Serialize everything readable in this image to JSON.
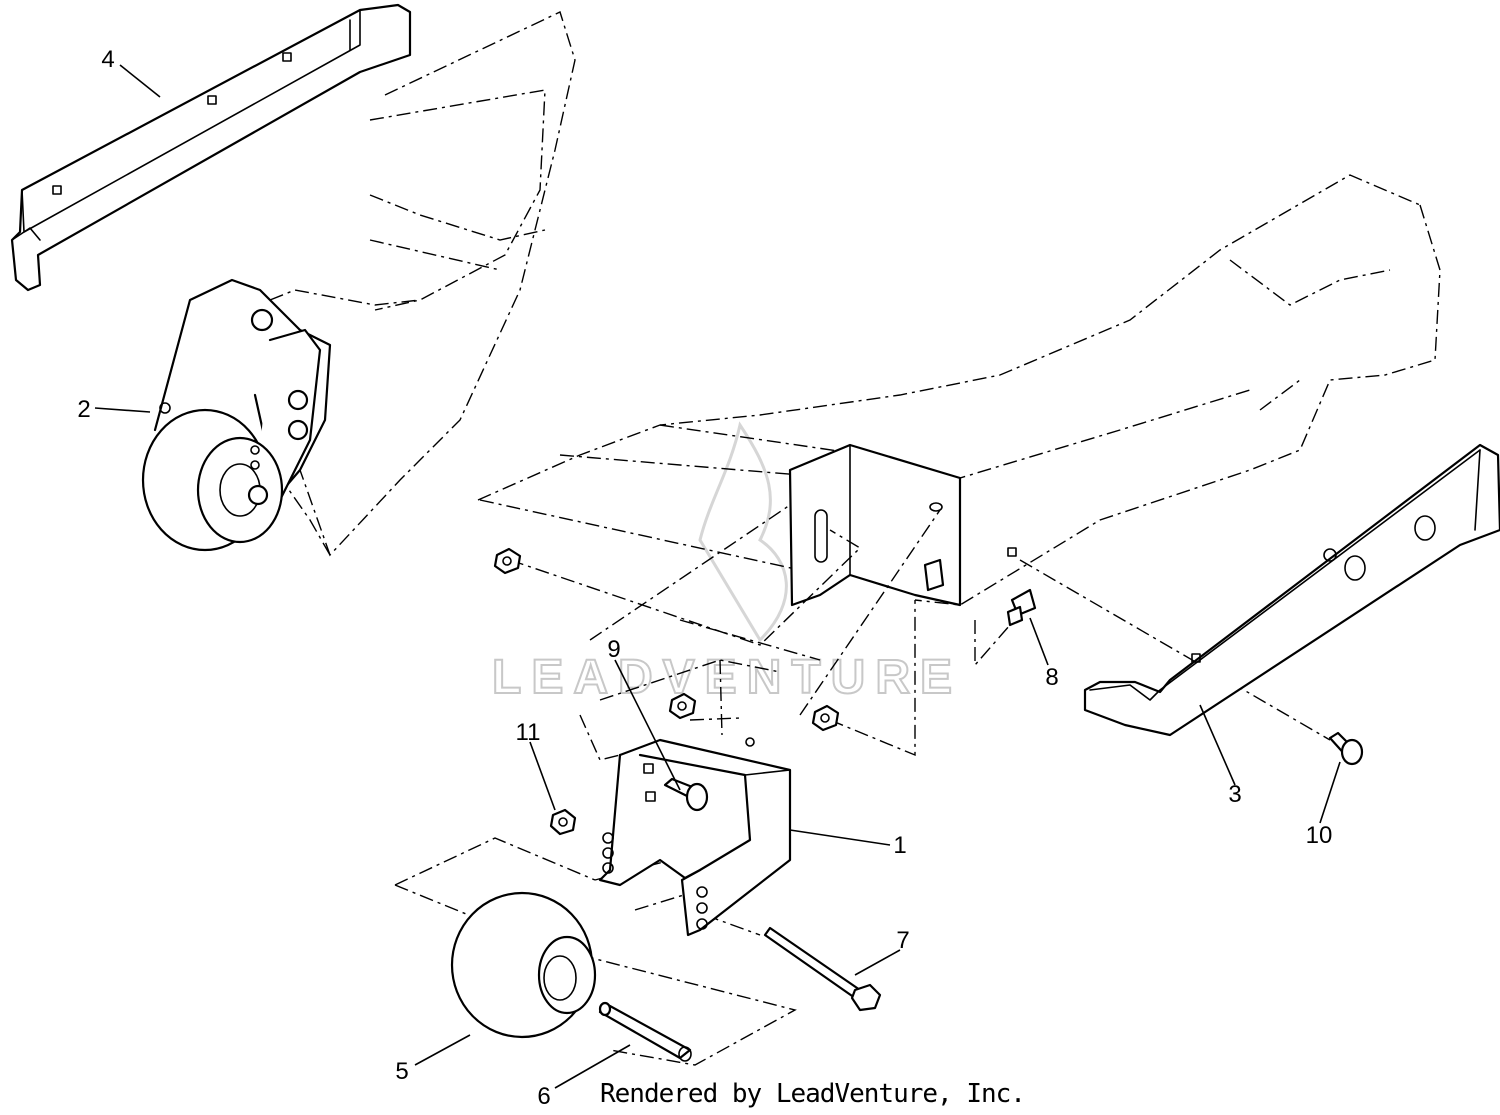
{
  "diagram": {
    "callouts": [
      {
        "id": "1",
        "label": "1"
      },
      {
        "id": "2",
        "label": "2"
      },
      {
        "id": "3",
        "label": "3"
      },
      {
        "id": "4",
        "label": "4"
      },
      {
        "id": "5",
        "label": "5"
      },
      {
        "id": "6",
        "label": "6"
      },
      {
        "id": "7",
        "label": "7"
      },
      {
        "id": "8",
        "label": "8"
      },
      {
        "id": "9",
        "label": "9"
      },
      {
        "id": "10",
        "label": "10"
      },
      {
        "id": "11",
        "label": "11"
      }
    ],
    "watermark": "LEADVENTURE",
    "credit": "Rendered by LeadVenture, Inc."
  }
}
